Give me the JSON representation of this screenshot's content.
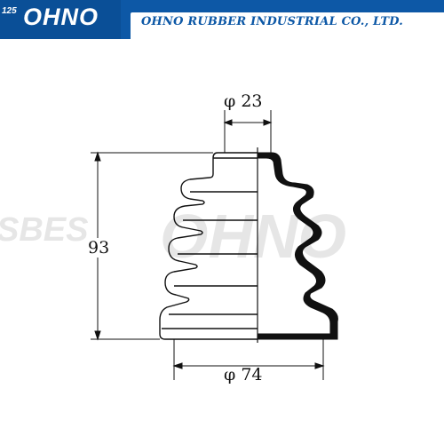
{
  "header": {
    "logo_badge": "125",
    "logo_text": "OHNO",
    "company_name": "OHNO RUBBER INDUSTRIAL CO., LTD."
  },
  "watermark": {
    "left_text": "SBES",
    "right_text": "OHNO"
  },
  "dimensions": {
    "top_diameter": "φ 23",
    "height": "93",
    "bottom_diameter": "φ 74"
  },
  "colors": {
    "brand_blue": "#0d58a6",
    "line": "#111111"
  }
}
